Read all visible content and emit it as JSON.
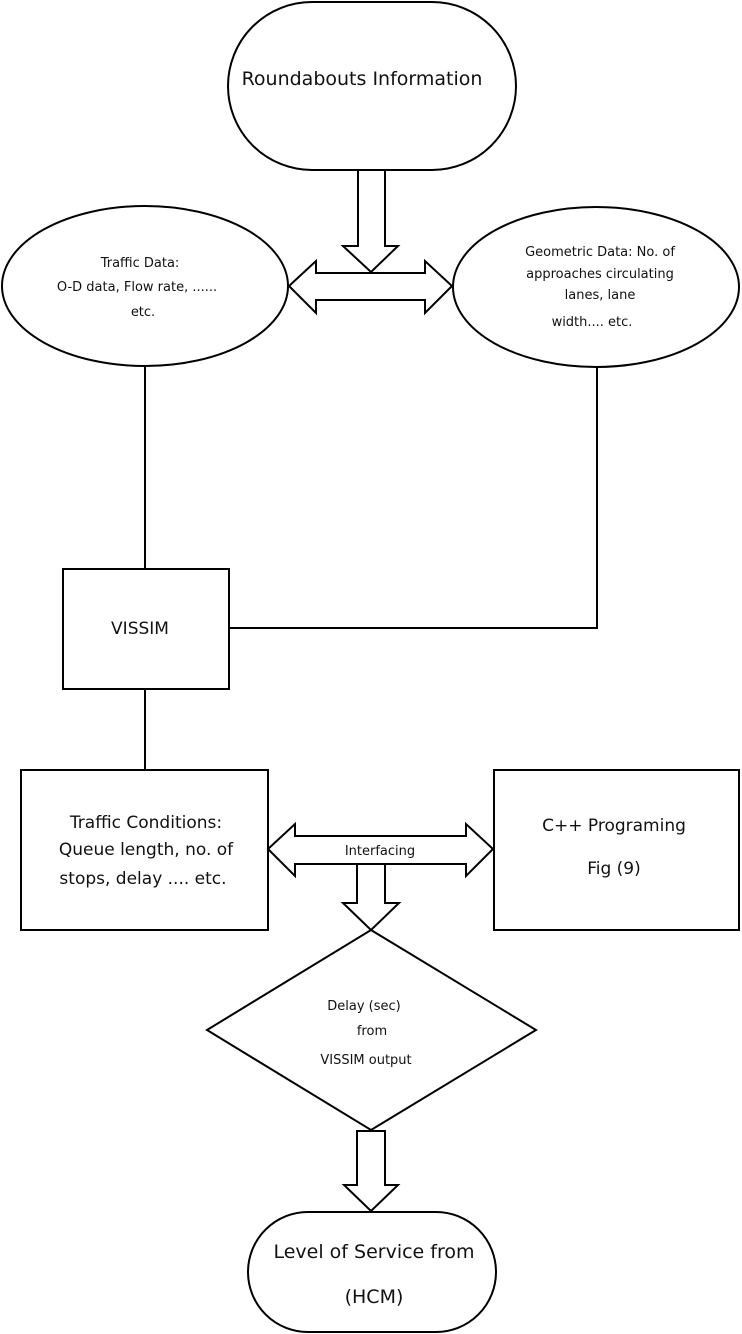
{
  "diagram": {
    "type": "flowchart",
    "nodes": {
      "roundabouts": {
        "shape": "terminator",
        "lines": [
          "Roundabouts Information"
        ]
      },
      "traffic_data": {
        "shape": "ellipse",
        "lines": [
          "Traffic Data:",
          "O-D data, Flow rate, ......",
          "etc."
        ]
      },
      "geometric_data": {
        "shape": "ellipse",
        "lines": [
          "Geometric Data: No. of",
          "approaches circulating",
          "lanes, lane",
          "width.... etc."
        ]
      },
      "vissim": {
        "shape": "rectangle",
        "lines": [
          "VISSIM"
        ]
      },
      "traffic_conditions": {
        "shape": "rectangle",
        "lines": [
          "Traffic Conditions:",
          "Queue length, no. of",
          "stops, delay .... etc."
        ]
      },
      "cpp": {
        "shape": "rectangle",
        "lines": [
          "C++ Programing",
          "Fig (9)"
        ]
      },
      "delay": {
        "shape": "diamond",
        "lines": [
          "Delay (sec)",
          "from",
          "VISSIM output"
        ]
      },
      "los": {
        "shape": "terminator",
        "lines": [
          "Level of Service from",
          "(HCM)"
        ]
      }
    },
    "edges": [
      {
        "from": "roundabouts",
        "to": "data-link",
        "style": "block-arrow-down"
      },
      {
        "from": "traffic_data",
        "to": "geometric_data",
        "style": "block-arrow-double"
      },
      {
        "from": "traffic_data",
        "to": "vissim",
        "style": "line"
      },
      {
        "from": "geometric_data",
        "to": "vissim",
        "style": "line"
      },
      {
        "from": "vissim",
        "to": "traffic_conditions",
        "style": "line"
      },
      {
        "from": "traffic_conditions",
        "to": "cpp",
        "style": "block-arrow-double",
        "label": "Interfacing"
      },
      {
        "from": "interfacing",
        "to": "delay",
        "style": "block-arrow-down"
      },
      {
        "from": "delay",
        "to": "los",
        "style": "block-arrow-down"
      }
    ],
    "colors": {
      "stroke": "#000000",
      "fill": "#ffffff",
      "text": "#111111"
    }
  }
}
